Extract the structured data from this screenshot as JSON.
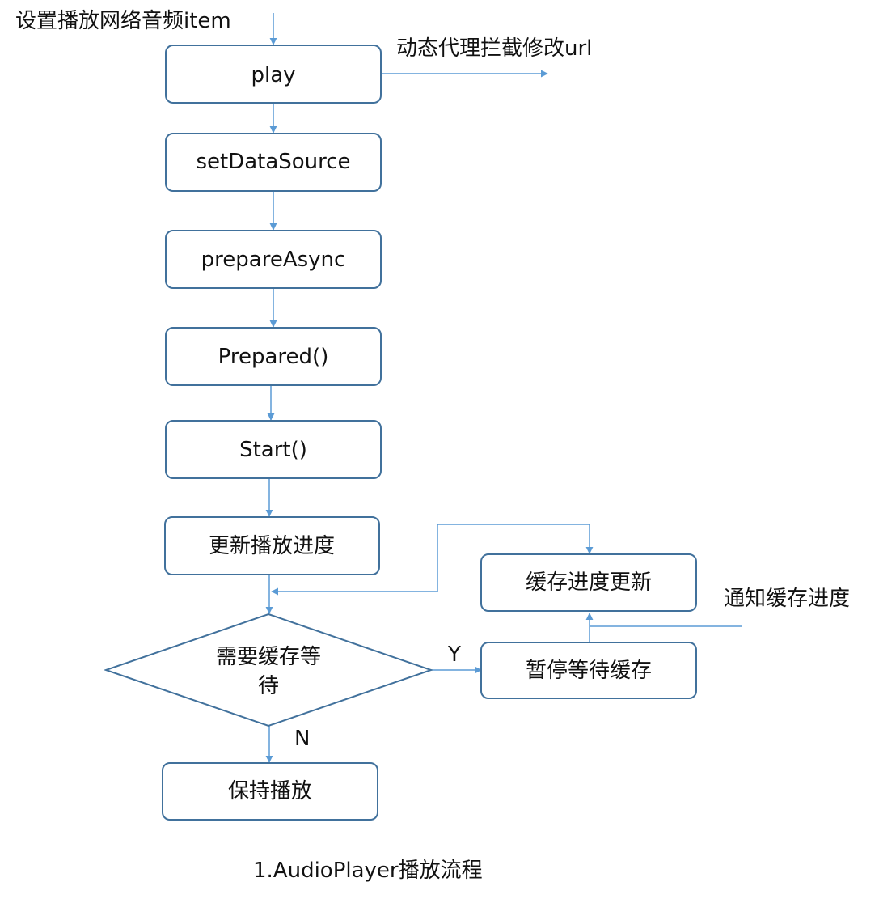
{
  "colors": {
    "box_stroke": "#41719c",
    "arrow": "#5b9bd5",
    "text": "#111111",
    "background": "#ffffff"
  },
  "labels": {
    "start_label": "设置播放网络音频item",
    "proxy_label": "动态代理拦截修改url",
    "notify_label": "通知缓存进度",
    "yes_label": "Y",
    "no_label": "N",
    "caption": "1.AudioPlayer播放流程"
  },
  "nodes": {
    "play": "play",
    "set_data_source": "setDataSource",
    "prepare_async": "prepareAsync",
    "prepared": "Prepared()",
    "start": "Start()",
    "update_progress": "更新播放进度",
    "need_buffer_line1": "需要缓存等",
    "need_buffer_line2": "待",
    "keep_playing": "保持播放",
    "pause_wait": "暂停等待缓存",
    "buffer_update": "缓存进度更新"
  }
}
